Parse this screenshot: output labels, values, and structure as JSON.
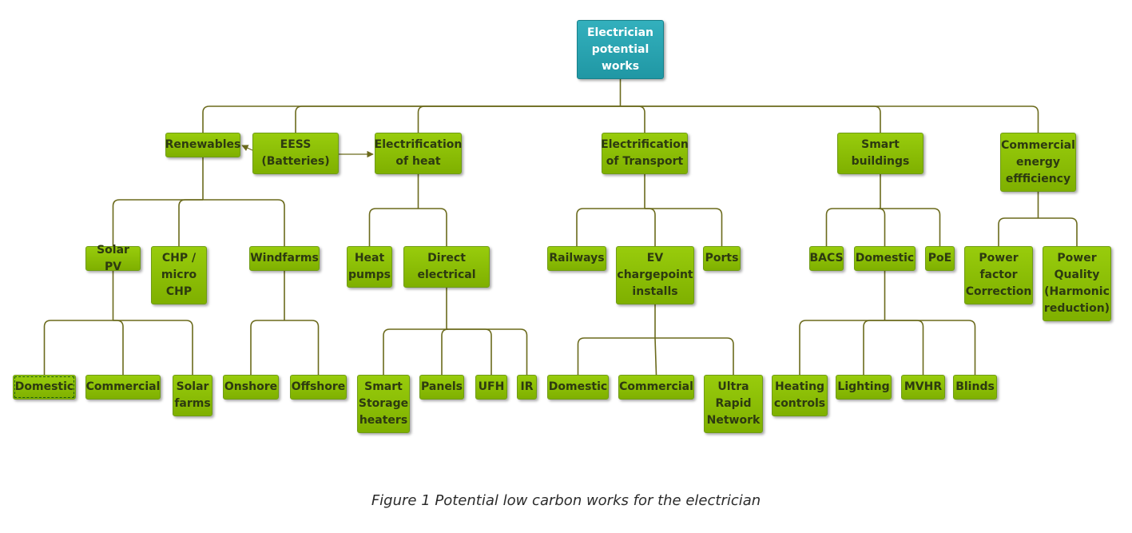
{
  "diagram": {
    "nodes": [
      {
        "id": "root",
        "label": "Electrician\npotential\nworks",
        "style": "root"
      },
      {
        "id": "renewables",
        "label": "Renewables"
      },
      {
        "id": "eess",
        "label": "EESS\n(Batteries)"
      },
      {
        "id": "heat",
        "label": "Electrification\nof heat"
      },
      {
        "id": "transport",
        "label": "Electrification\nof Transport"
      },
      {
        "id": "smart",
        "label": "Smart\nbuildings"
      },
      {
        "id": "commercial_eff",
        "label": "Commercial\nenergy\neffficiency"
      },
      {
        "id": "solarpv",
        "label": "Solar PV"
      },
      {
        "id": "chp",
        "label": "CHP /\nmicro\nCHP"
      },
      {
        "id": "windfarms",
        "label": "Windfarms"
      },
      {
        "id": "heatpumps",
        "label": "Heat\npumps"
      },
      {
        "id": "direct",
        "label": "Direct\nelectrical"
      },
      {
        "id": "railways",
        "label": "Railways"
      },
      {
        "id": "ev",
        "label": "EV\nchargepoint\ninstalls"
      },
      {
        "id": "ports",
        "label": "Ports"
      },
      {
        "id": "bacs",
        "label": "BACS"
      },
      {
        "id": "domestic_sb",
        "label": "Domestic"
      },
      {
        "id": "poe",
        "label": "PoE"
      },
      {
        "id": "pfc",
        "label": "Power\nfactor\nCorrection"
      },
      {
        "id": "pq",
        "label": "Power\nQuality\n(Harmonic\nreduction)"
      },
      {
        "id": "pv_domestic",
        "label": "Domestic",
        "selected": true
      },
      {
        "id": "pv_commercial",
        "label": "Commercial"
      },
      {
        "id": "solarfarms",
        "label": "Solar\nfarms"
      },
      {
        "id": "onshore",
        "label": "Onshore"
      },
      {
        "id": "offshore",
        "label": "Offshore"
      },
      {
        "id": "storage_heaters",
        "label": "Smart\nStorage\nheaters"
      },
      {
        "id": "panels",
        "label": "Panels"
      },
      {
        "id": "ufh",
        "label": "UFH"
      },
      {
        "id": "ir",
        "label": "IR"
      },
      {
        "id": "ev_domestic",
        "label": "Domestic"
      },
      {
        "id": "ev_commercial",
        "label": "Commercial"
      },
      {
        "id": "ultra",
        "label": "Ultra\nRapid\nNetwork"
      },
      {
        "id": "heating_controls",
        "label": "Heating\ncontrols"
      },
      {
        "id": "lighting",
        "label": "Lighting"
      },
      {
        "id": "mvhr",
        "label": "MVHR"
      },
      {
        "id": "blinds",
        "label": "Blinds"
      }
    ],
    "edges": [
      [
        "root",
        "renewables"
      ],
      [
        "root",
        "eess"
      ],
      [
        "root",
        "heat"
      ],
      [
        "root",
        "transport"
      ],
      [
        "root",
        "smart"
      ],
      [
        "root",
        "commercial_eff"
      ],
      [
        "renewables",
        "solarpv"
      ],
      [
        "renewables",
        "chp"
      ],
      [
        "renewables",
        "windfarms"
      ],
      [
        "heat",
        "heatpumps"
      ],
      [
        "heat",
        "direct"
      ],
      [
        "transport",
        "railways"
      ],
      [
        "transport",
        "ev"
      ],
      [
        "transport",
        "ports"
      ],
      [
        "smart",
        "bacs"
      ],
      [
        "smart",
        "domestic_sb"
      ],
      [
        "smart",
        "poe"
      ],
      [
        "commercial_eff",
        "pfc"
      ],
      [
        "commercial_eff",
        "pq"
      ],
      [
        "solarpv",
        "pv_domestic"
      ],
      [
        "solarpv",
        "pv_commercial"
      ],
      [
        "solarpv",
        "solarfarms"
      ],
      [
        "windfarms",
        "onshore"
      ],
      [
        "windfarms",
        "offshore"
      ],
      [
        "direct",
        "storage_heaters"
      ],
      [
        "direct",
        "panels"
      ],
      [
        "direct",
        "ufh"
      ],
      [
        "direct",
        "ir"
      ],
      [
        "ev",
        "ev_domestic"
      ],
      [
        "ev",
        "ev_commercial"
      ],
      [
        "ev",
        "ultra"
      ],
      [
        "domestic_sb",
        "heating_controls"
      ],
      [
        "domestic_sb",
        "lighting"
      ],
      [
        "domestic_sb",
        "mvhr"
      ],
      [
        "domestic_sb",
        "blinds"
      ]
    ],
    "arrows": [
      [
        "eess",
        "renewables"
      ],
      [
        "eess",
        "heat"
      ]
    ],
    "colors": {
      "node": "#8dc00a",
      "root": "#2aa3b0",
      "connector": "#6b6a1c"
    }
  },
  "caption": "Figure 1 Potential low carbon works for the electrician"
}
